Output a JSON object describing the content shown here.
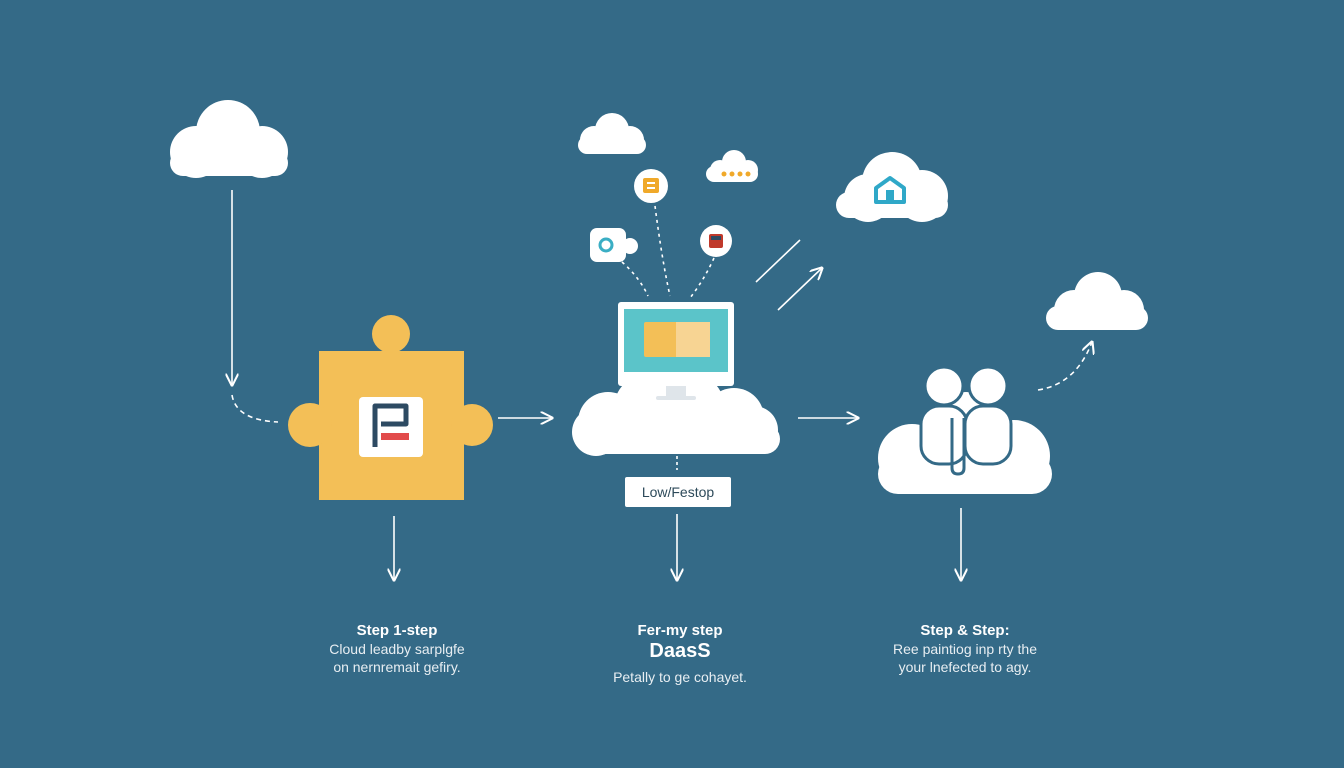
{
  "colors": {
    "background": "#346a87",
    "cloud": "#ffffff",
    "puzzle": "#f3bf57",
    "line": "#ffffff",
    "screen": "#5bc4c9",
    "screen_panel": "#f3bf57"
  },
  "icons": [
    "cloud-icon",
    "puzzle-piece-icon",
    "document-icon",
    "monitor-icon",
    "chat-bubble-icon",
    "home-icon",
    "users-icon",
    "arrow-right-icon",
    "arrow-down-icon"
  ],
  "middle_tag": {
    "label": "Low/Festop"
  },
  "steps": [
    {
      "heading": "Step 1-step",
      "lines": [
        "Cloud leadby sarplgfe",
        "on nernremait gefiry."
      ]
    },
    {
      "heading": "Fer-my step",
      "title": "DaasS",
      "lines": [
        "Petally to ge cohayet."
      ]
    },
    {
      "heading": "Step & Step:",
      "lines": [
        "Ree paintiog inp rty the",
        "your lnefected to agy."
      ]
    }
  ]
}
